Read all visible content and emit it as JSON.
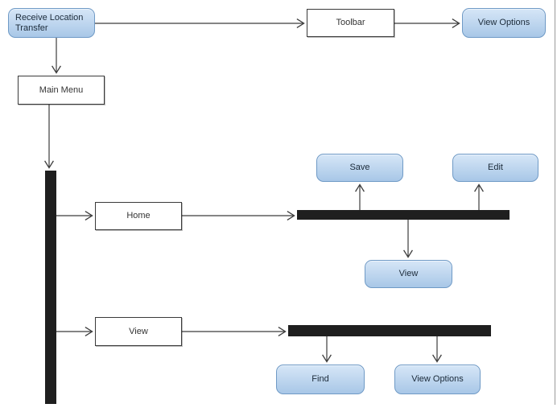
{
  "diagram": {
    "type": "activity-flowchart",
    "nodes": {
      "receive_location_transfer": "Receive Location Transfer",
      "toolbar": "Toolbar",
      "view_options_top": "View Options",
      "main_menu": "Main Menu",
      "home": "Home",
      "save": "Save",
      "edit": "Edit",
      "view_action": "View",
      "view_menu": "View",
      "find": "Find",
      "view_options_bottom": "View Options"
    },
    "colors": {
      "node_fill_top": "#d6e6f7",
      "node_fill_bottom": "#a8c7e7",
      "node_border": "#6f9ac6",
      "node_text": "#1c2b3a",
      "rect_border": "#3a3a3a",
      "rect_text": "#333333",
      "bar_color": "#1f1f1f",
      "edge_color": "#3c3c3c",
      "page_border": "#9a9a9a"
    }
  }
}
